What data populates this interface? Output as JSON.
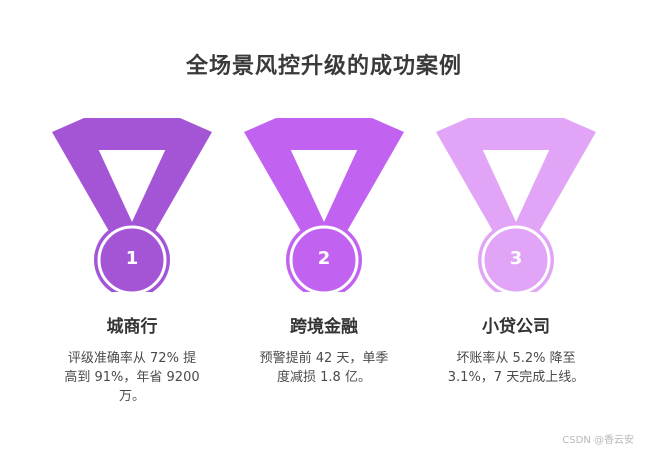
{
  "title": "全场景风控升级的成功案例",
  "cases": [
    {
      "number": "1",
      "name": "城商行",
      "description": "评级准确率从 72% 提高到 91%，年省 9200 万。",
      "color": "#a455d6"
    },
    {
      "number": "2",
      "name": "跨境金融",
      "description": "预警提前 42 天，单季度减损 1.8 亿。",
      "color": "#c163f0"
    },
    {
      "number": "3",
      "name": "小贷公司",
      "description": "坏账率从 5.2% 降至 3.1%，7 天完成上线。",
      "color": "#e1a4f7"
    }
  ],
  "watermark": "CSDN @香云安"
}
